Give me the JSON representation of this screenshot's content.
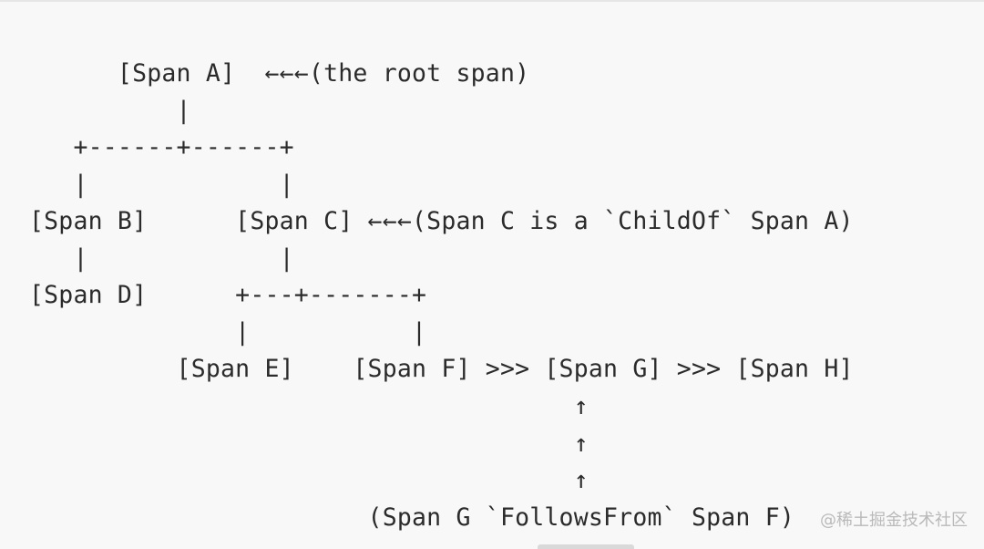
{
  "diagram": {
    "lines": [
      "      [Span A]  ←←←(the root span)",
      "          |",
      "   +------+------+",
      "   |             |",
      "[Span B]      [Span C] ←←←(Span C is a `ChildOf` Span A)",
      "   |             |",
      "[Span D]      +---+-------+",
      "              |           |",
      "          [Span E]    [Span F] >>> [Span G] >>> [Span H]",
      "                                     ↑",
      "                                     ↑",
      "                                     ↑",
      "                       (Span G `FollowsFrom` Span F)"
    ]
  },
  "watermark": {
    "text": "@稀土掘金技术社区"
  }
}
